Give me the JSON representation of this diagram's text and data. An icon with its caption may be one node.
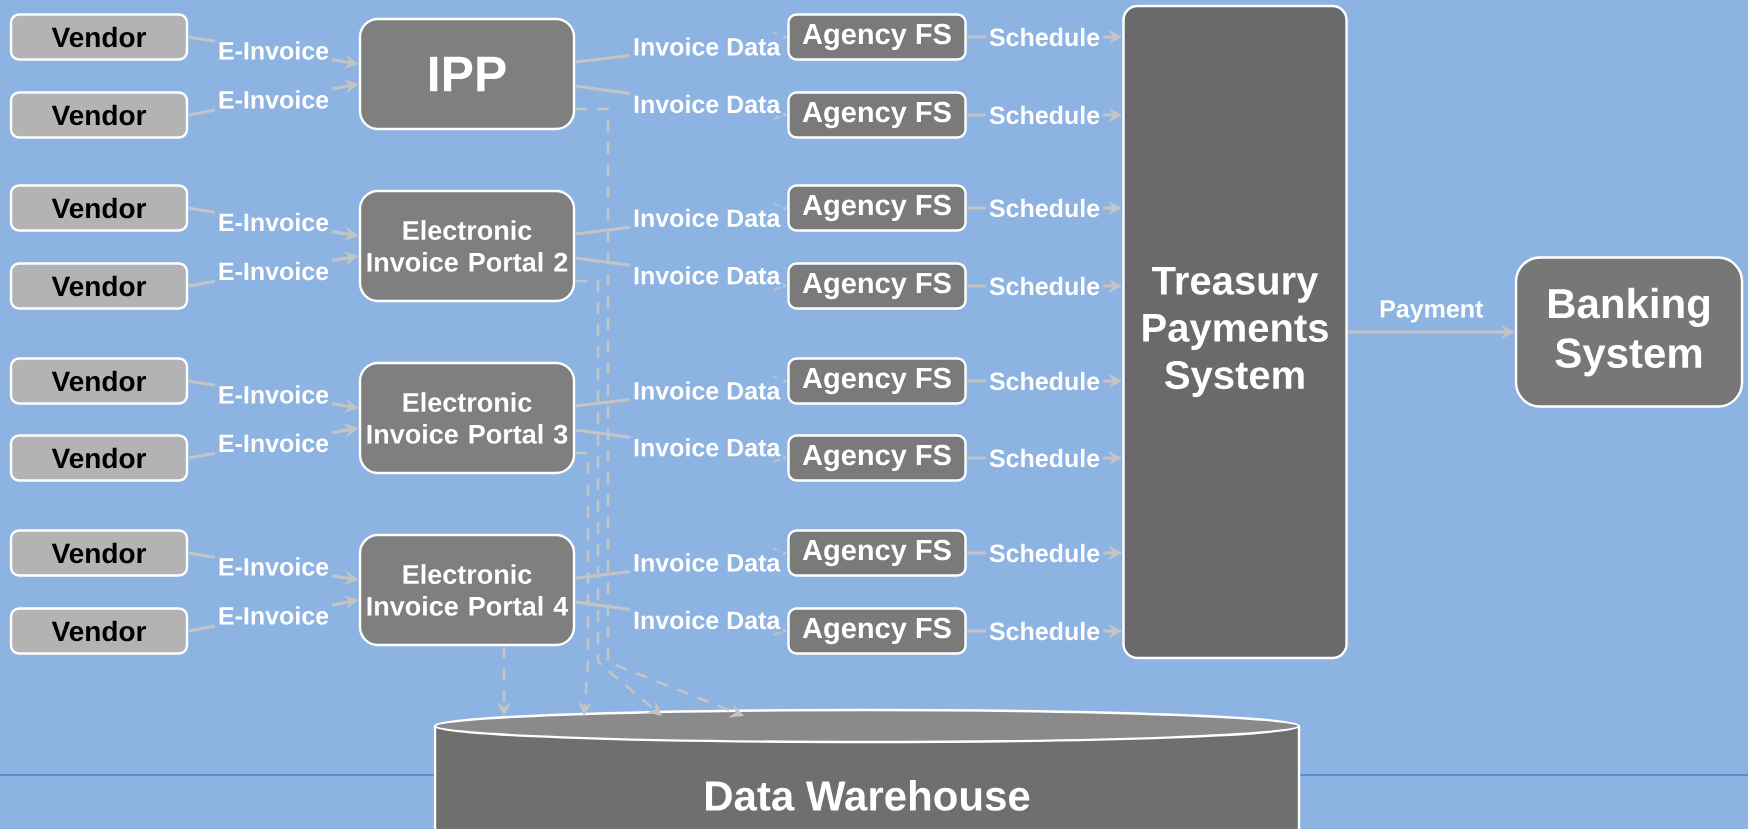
{
  "diagram": {
    "nodes": [
      {
        "text": [
          "Vendor"
        ]
      },
      {
        "text": [
          "Vendor"
        ]
      },
      {
        "text": [
          "Vendor"
        ]
      },
      {
        "text": [
          "Vendor"
        ]
      },
      {
        "text": [
          "Vendor"
        ]
      },
      {
        "text": [
          "Vendor"
        ]
      },
      {
        "text": [
          "Vendor"
        ]
      },
      {
        "text": [
          "Vendor"
        ]
      },
      {
        "text": [
          "IPP"
        ]
      },
      {
        "text": [
          "Electronic Invoice Portal 2"
        ]
      },
      {
        "text": [
          "Electronic Invoice Portal 3"
        ]
      },
      {
        "text": [
          "Electronic Invoice Portal 4"
        ]
      },
      {
        "text": [
          "Agency FS"
        ]
      },
      {
        "text": [
          "Agency FS"
        ]
      },
      {
        "text": [
          "Agency FS"
        ]
      },
      {
        "text": [
          "Agency FS"
        ]
      },
      {
        "text": [
          "Agency FS"
        ]
      },
      {
        "text": [
          "Agency FS"
        ]
      },
      {
        "text": [
          "Agency FS"
        ]
      },
      {
        "text": [
          "Agency FS"
        ]
      },
      {
        "text": [
          "Treasury Payments System"
        ]
      },
      {
        "text": [
          "Banking System"
        ]
      },
      {
        "text": [
          "Data Warehouse"
        ]
      }
    ],
    "edges": [
      {
        "from": 0,
        "to": 8,
        "arrow": "to",
        "label": "E-Invoice"
      },
      {
        "from": 1,
        "to": 8,
        "arrow": "to",
        "label": "E-Invoice"
      },
      {
        "from": 2,
        "to": 9,
        "arrow": "to",
        "label": "E-Invoice"
      },
      {
        "from": 3,
        "to": 9,
        "arrow": "to",
        "label": "E-Invoice"
      },
      {
        "from": 4,
        "to": 10,
        "arrow": "to",
        "label": "E-Invoice"
      },
      {
        "from": 5,
        "to": 10,
        "arrow": "to",
        "label": "E-Invoice"
      },
      {
        "from": 6,
        "to": 11,
        "arrow": "to",
        "label": "E-Invoice"
      },
      {
        "from": 7,
        "to": 11,
        "arrow": "to",
        "label": "E-Invoice"
      },
      {
        "from": 8,
        "to": 12,
        "arrow": "to",
        "label": "Invoice Data"
      },
      {
        "from": 8,
        "to": 13,
        "arrow": "to",
        "label": "Invoice Data"
      },
      {
        "from": 9,
        "to": 14,
        "arrow": "to",
        "label": "Invoice Data"
      },
      {
        "from": 9,
        "to": 15,
        "arrow": "to",
        "label": "Invoice Data"
      },
      {
        "from": 10,
        "to": 16,
        "arrow": "to",
        "label": "Invoice Data"
      },
      {
        "from": 10,
        "to": 17,
        "arrow": "to",
        "label": "Invoice Data"
      },
      {
        "from": 11,
        "to": 18,
        "arrow": "to",
        "label": "Invoice Data"
      },
      {
        "from": 11,
        "to": 19,
        "arrow": "to",
        "label": "Invoice Data"
      },
      {
        "from": 12,
        "to": 20,
        "arrow": "to",
        "label": "Schedule"
      },
      {
        "from": 13,
        "to": 20,
        "arrow": "to",
        "label": "Schedule"
      },
      {
        "from": 14,
        "to": 20,
        "arrow": "to",
        "label": "Schedule"
      },
      {
        "from": 15,
        "to": 20,
        "arrow": "to",
        "label": "Schedule"
      },
      {
        "from": 16,
        "to": 20,
        "arrow": "to",
        "label": "Schedule"
      },
      {
        "from": 17,
        "to": 20,
        "arrow": "to",
        "label": "Schedule"
      },
      {
        "from": 18,
        "to": 20,
        "arrow": "to",
        "label": "Schedule"
      },
      {
        "from": 19,
        "to": 20,
        "arrow": "to",
        "label": "Schedule"
      },
      {
        "from": 20,
        "to": 21,
        "arrow": "to",
        "label": "Payment"
      },
      {
        "from": 8,
        "to": 22,
        "arrow": "to",
        "style": "dashed"
      },
      {
        "from": 9,
        "to": 22,
        "arrow": "to",
        "style": "dashed"
      },
      {
        "from": 10,
        "to": 22,
        "arrow": "to",
        "style": "dashed"
      },
      {
        "from": 11,
        "to": 22,
        "arrow": "to",
        "style": "dashed"
      }
    ]
  }
}
